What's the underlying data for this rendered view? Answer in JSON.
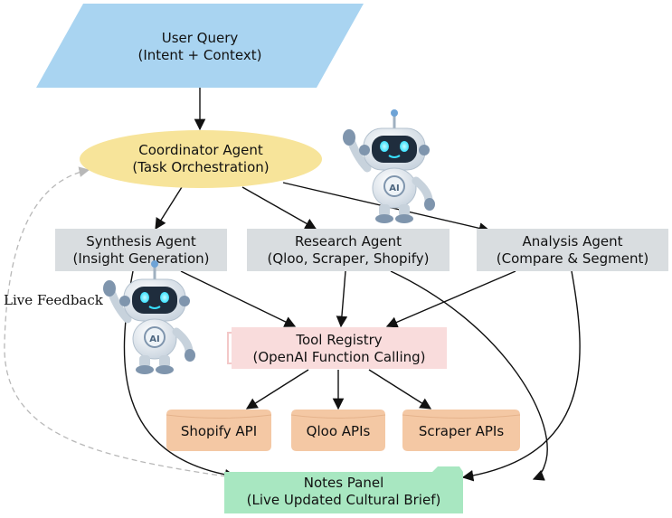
{
  "nodes": {
    "user_query": {
      "line1": "User Query",
      "line2": "(Intent + Context)"
    },
    "coordinator": {
      "line1": "Coordinator Agent",
      "line2": "(Task Orchestration)"
    },
    "synthesis": {
      "line1": "Synthesis Agent",
      "line2": "(Insight Generation)"
    },
    "research": {
      "line1": "Research Agent",
      "line2": "(Qloo, Scraper, Shopify)"
    },
    "analysis": {
      "line1": "Analysis Agent",
      "line2": "(Compare & Segment)"
    },
    "tool_registry": {
      "line1": "Tool Registry",
      "line2": "(OpenAI Function Calling)"
    },
    "shopify_api": {
      "line1": "Shopify API"
    },
    "qloo_apis": {
      "line1": "Qloo APIs"
    },
    "scraper_apis": {
      "line1": "Scraper APIs"
    },
    "notes_panel": {
      "line1": "Notes Panel",
      "line2": "(Live Updated Cultural Brief)"
    }
  },
  "feedback_label": "Live Feedback",
  "robot_badge": "AI",
  "colors": {
    "user_query": "#a9d4f1",
    "coordinator": "#f7e49a",
    "agent": "#d9dde0",
    "tool_registry": "#f9dcdc",
    "api": "#f4c8a4",
    "notes_panel": "#a8e7c1",
    "edge": "#111111",
    "feedback_edge": "#b8b8b8",
    "robot_face": "#1f2d3d",
    "robot_eye": "#38e0ff",
    "robot_body": "#dfe7ef"
  }
}
